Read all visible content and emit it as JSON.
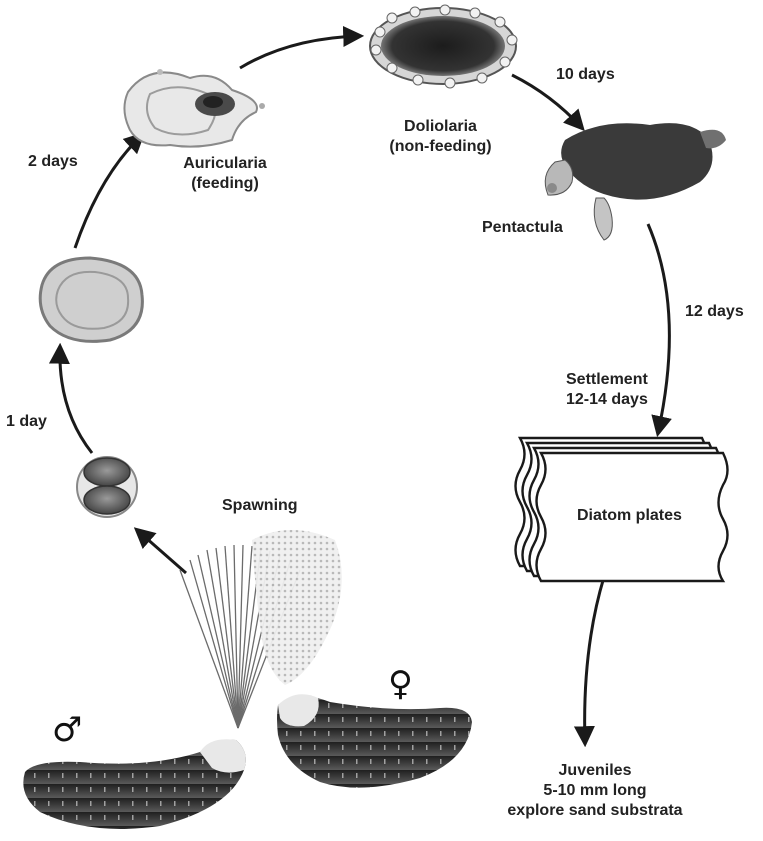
{
  "diagram": {
    "stages": {
      "auricularia": {
        "line1": "Auricularia",
        "line2": "(feeding)"
      },
      "doliolaria": {
        "line1": "Doliolaria",
        "line2": "(non-feeding)"
      },
      "pentactula": {
        "line1": "Pentactula"
      },
      "settlement": {
        "line1": "Settlement",
        "line2": "12-14 days"
      },
      "diatom": {
        "line1": "Diatom plates"
      },
      "juveniles": {
        "line1": "Juveniles",
        "line2": "5-10 mm long",
        "line3": "explore sand substrata"
      },
      "spawning": {
        "line1": "Spawning"
      }
    },
    "durations": {
      "d1": "1 day",
      "d2": "2 days",
      "d10": "10 days",
      "d12": "12 days"
    },
    "symbols": {
      "male": "♂",
      "female": "♀"
    },
    "colors": {
      "ink": "#222222",
      "body_dark": "#2b2b2b",
      "body_mid": "#6a6a6a",
      "larva_light": "#d4d4d4"
    }
  }
}
